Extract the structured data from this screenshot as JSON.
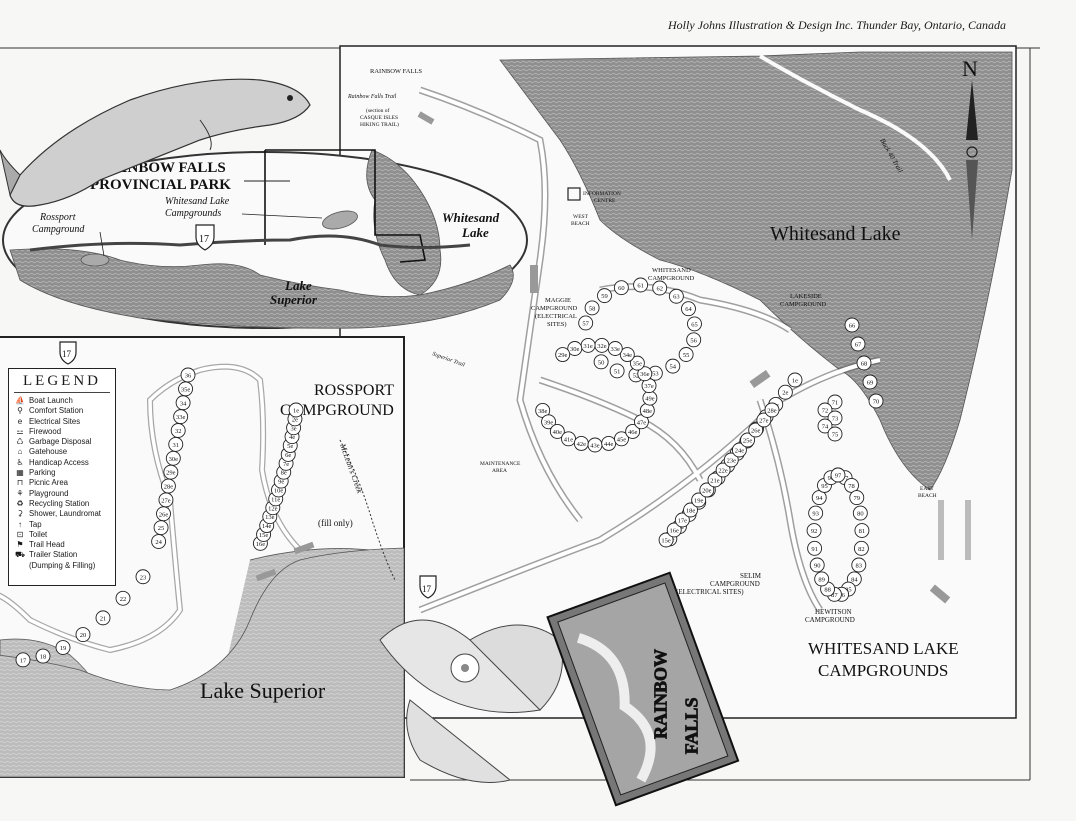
{
  "credit": "Holly Johns Illustration & Design Inc. Thunder Bay, Ontario, Canada",
  "north": "N",
  "inset": {
    "park_line1": "RAINBOW FALLS",
    "park_line2": "PROVINCIAL PARK",
    "rossport_line1": "Rossport",
    "rossport_line2": "Campground",
    "whitesand_cg_line1": "Whitesand Lake",
    "whitesand_cg_line2": "Campgrounds",
    "whitesand_lake_line1": "Whitesand",
    "whitesand_lake_line2": "Lake",
    "lake_superior_line1": "Lake",
    "lake_superior_line2": "Superior",
    "highway": "17"
  },
  "rossport": {
    "title_line1": "ROSSPORT",
    "title_line2": "CAMPGROUND",
    "creek": "McLean's Creek",
    "fill_only": "(fill only)",
    "highway": "17",
    "lake": "Lake Superior",
    "sites": [
      "36",
      "35e",
      "34",
      "33e",
      "32",
      "31",
      "30e",
      "29e",
      "28e",
      "27e",
      "26e",
      "25",
      "24",
      "23",
      "22",
      "21",
      "20",
      "19",
      "18",
      "17",
      "16e",
      "15e",
      "14e",
      "13e",
      "12e",
      "11e",
      "10e",
      "9e",
      "8e",
      "7e",
      "6e",
      "5e",
      "4e",
      "3e",
      "2e",
      "1e"
    ]
  },
  "legend": {
    "title": "LEGEND",
    "items": [
      {
        "sym": "⛵",
        "label": "Boat Launch"
      },
      {
        "sym": "⚲",
        "label": "Comfort Station"
      },
      {
        "sym": "e",
        "label": "Electrical Sites"
      },
      {
        "sym": "⚍",
        "label": "Firewood"
      },
      {
        "sym": "♺",
        "label": "Garbage Disposal"
      },
      {
        "sym": "⌂",
        "label": "Gatehouse"
      },
      {
        "sym": "♿",
        "label": "Handicap Access"
      },
      {
        "sym": "▦",
        "label": "Parking"
      },
      {
        "sym": "⊓",
        "label": "Picnic Area"
      },
      {
        "sym": "⚘",
        "label": "Playground"
      },
      {
        "sym": "♻",
        "label": "Recycling Station"
      },
      {
        "sym": "⚳",
        "label": "Shower, Laundromat"
      },
      {
        "sym": "↑",
        "label": "Tap"
      },
      {
        "sym": "⊡",
        "label": "Toilet"
      },
      {
        "sym": "⚑",
        "label": "Trail Head"
      },
      {
        "sym": "⛟",
        "label": "Trailer Station"
      },
      {
        "sym": "",
        "label": "(Dumping & Filling)"
      }
    ]
  },
  "whitesand": {
    "rainbow_falls": "RAINBOW FALLS",
    "rainbow_falls_trail": "Rainbow Falls Trail",
    "casque_line1": "(section of",
    "casque_line2": "CASQUE ISLES",
    "casque_line3": "HIKING TRAIL)",
    "info_line1": "INFORMATION",
    "info_line2": "CENTRE",
    "west_beach_line1": "WEST",
    "west_beach_line2": "BEACH",
    "lake": "Whitesand Lake",
    "back_trail": "Back 40 Trail",
    "superior_trail": "Superior Trail",
    "whitesand_cg_line1": "WHITESAND",
    "whitesand_cg_line2": "CAMPGROUND",
    "maggie_line1": "MAGGIE",
    "maggie_line2": "CAMPGROUND",
    "maggie_line3": "(ELECTRICAL",
    "maggie_line4": "SITES)",
    "lakeside_line1": "LAKESIDE",
    "lakeside_line2": "CAMPGROUND",
    "maintenance_line1": "MAINTENANCE",
    "maintenance_line2": "AREA",
    "selim_line1": "SELIM",
    "selim_line2": "CAMPGROUND",
    "selim_line3": "(ELECTRICAL SITES)",
    "hewitson_line1": "HEWITSON",
    "hewitson_line2": "CAMPGROUND",
    "east_beach_line1": "EAST",
    "east_beach_line2": "BEACH",
    "title_line1": "WHITESAND LAKE",
    "title_line2": "CAMPGROUNDS",
    "highway": "17",
    "sites": {
      "whitesand": [
        "57",
        "58",
        "59",
        "60",
        "61",
        "62",
        "63",
        "64",
        "65",
        "56",
        "55",
        "54",
        "53",
        "52",
        "51",
        "50"
      ],
      "maggie": [
        "38e",
        "39e",
        "40e",
        "41e",
        "42e",
        "43e",
        "44e",
        "45e",
        "46e",
        "47e",
        "48e",
        "49e",
        "37e",
        "36e",
        "35e",
        "34e",
        "33e",
        "32e",
        "31e",
        "30e",
        "29e"
      ],
      "selim": [
        "1e",
        "2e",
        "3e",
        "4e",
        "5e",
        "6e",
        "7e",
        "8e",
        "9e",
        "10e",
        "11e",
        "12e",
        "13e",
        "14e",
        "15e",
        "16e",
        "17e",
        "18e",
        "19e",
        "20e",
        "21e",
        "22e",
        "23e",
        "24e",
        "25e",
        "26e",
        "27e",
        "28e"
      ],
      "lakeside": [
        "66",
        "67",
        "68",
        "69",
        "70",
        "71",
        "72",
        "73",
        "74",
        "75"
      ],
      "hewitson": [
        "76",
        "77",
        "78",
        "79",
        "80",
        "81",
        "82",
        "83",
        "84",
        "85",
        "86",
        "87",
        "88",
        "89",
        "90",
        "91",
        "92",
        "93",
        "94",
        "95",
        "96",
        "97"
      ]
    }
  },
  "poster": {
    "line1": "RAINBOW",
    "line2": "FALLS"
  }
}
